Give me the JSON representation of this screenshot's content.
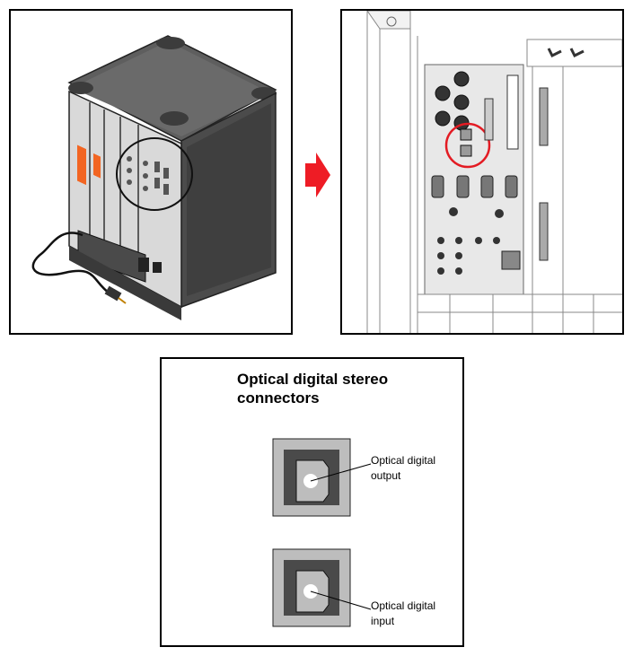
{
  "legend": {
    "title": "Optical digital stereo connectors",
    "output_label": "Optical digital output",
    "input_label": "Optical digital input"
  },
  "colors": {
    "arrow": "#ee1c25",
    "highlight_ring": "#e31b23",
    "connector_dark": "#4a4a4a",
    "connector_light": "#bdbdbd",
    "chassis": "#5a5a5a"
  },
  "icons": [
    "server-tower-icon",
    "power-cord-icon",
    "right-arrow-icon",
    "io-panel-icon",
    "optical-connector-icon"
  ]
}
